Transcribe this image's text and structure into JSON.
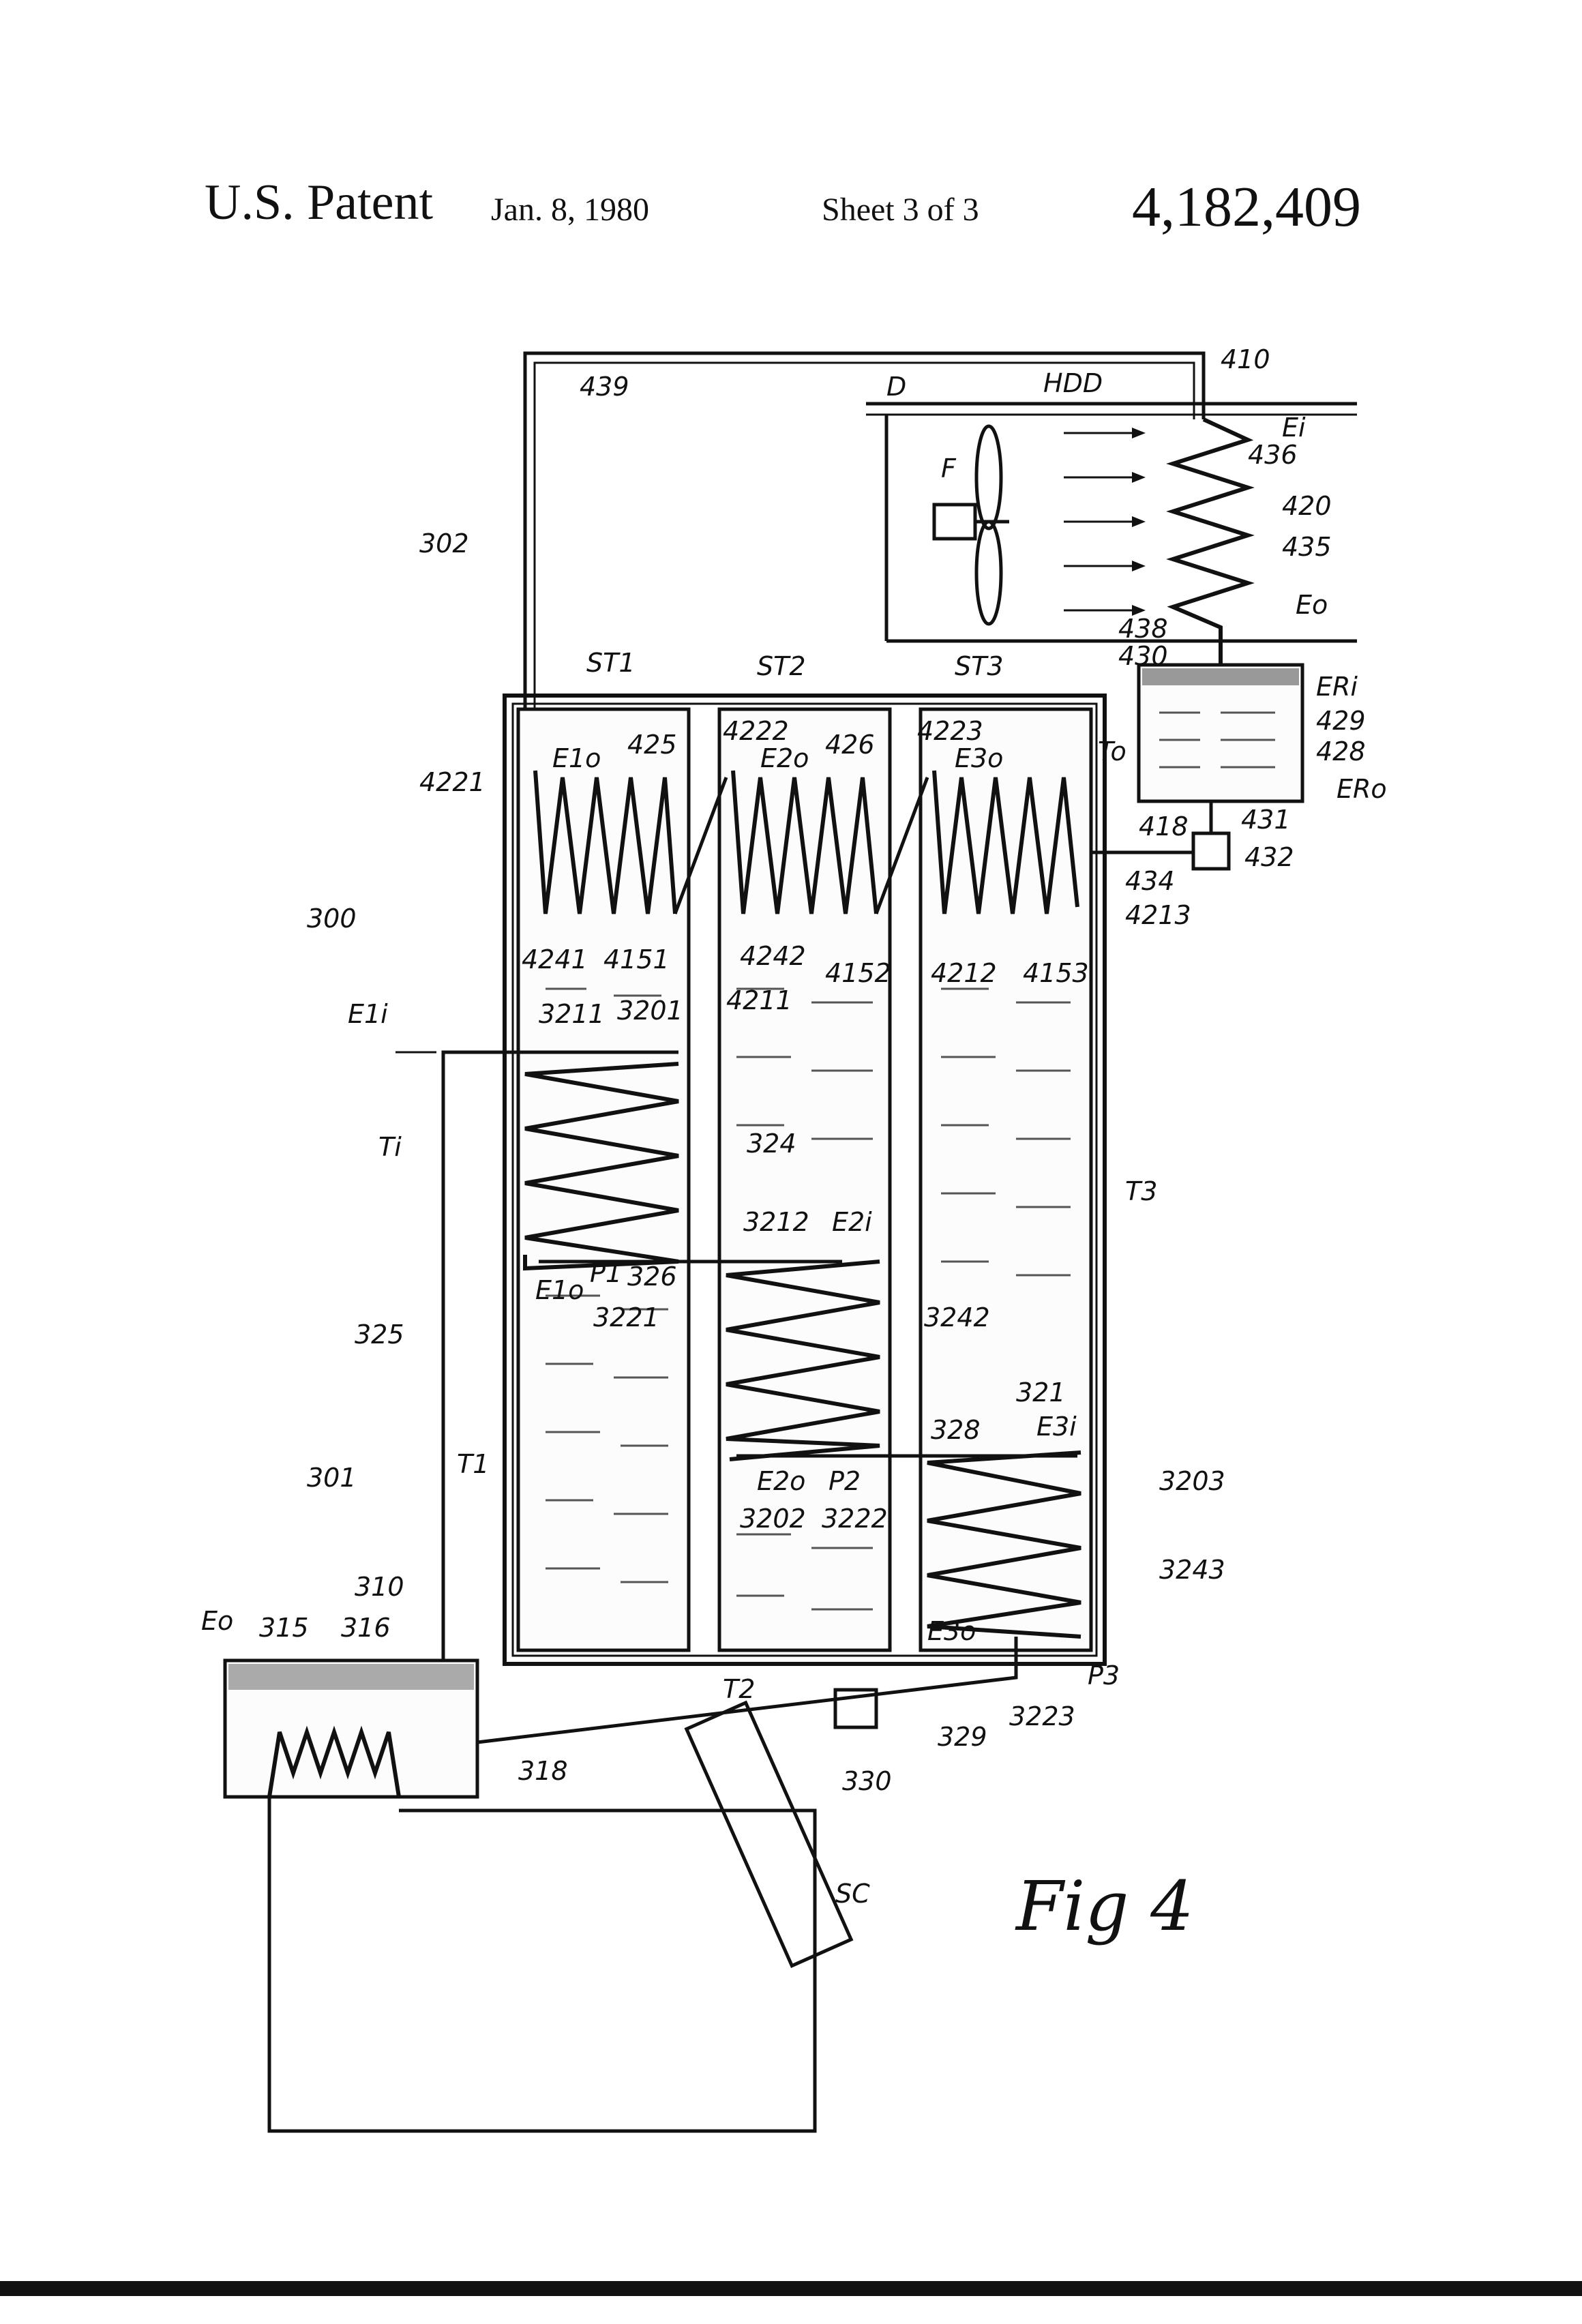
{
  "header": {
    "left": "U.S. Patent",
    "date": "Jan. 8, 1980",
    "sheet": "Sheet 3 of 3",
    "number": "4,182,409"
  },
  "figure": {
    "caption": "Fig 4",
    "labels": {
      "l439": "439",
      "l410": "410",
      "lD": "D",
      "lHDD": "HDD",
      "lEi_top": "Ei",
      "l436": "436",
      "lF": "F",
      "l420": "420",
      "l435": "435",
      "lEo_top": "Eo",
      "l438": "438",
      "l430": "430",
      "lERi": "ERi",
      "l429": "429",
      "l428": "428",
      "lERo": "ERo",
      "lTo": "To",
      "l418": "418",
      "l431": "431",
      "l432": "432",
      "l434": "434",
      "l4213": "4213",
      "l302": "302",
      "lST1": "ST1",
      "lST2": "ST2",
      "lST3": "ST3",
      "l4222": "4222",
      "l4223": "4223",
      "lE1o": "E1o",
      "lE2o": "E2o",
      "lE3o": "E3o",
      "l425": "425",
      "l426": "426",
      "l4221": "4221",
      "l300": "300",
      "l4241": "4241",
      "l4151": "4151",
      "l4242": "4242",
      "l4211": "4211",
      "l4152": "4152",
      "l4212": "4212",
      "l4153": "4153",
      "lE1i": "E1i",
      "l3211": "3211",
      "l3201": "3201",
      "lTi": "Ti",
      "l324": "324",
      "lT3": "T3",
      "l3212": "3212",
      "lE2i": "E2i",
      "lE1o2": "E1o",
      "lP1": "P1",
      "l326": "326",
      "l3221": "3221",
      "l3242": "3242",
      "l325": "325",
      "l321": "321",
      "lE3i": "E3i",
      "l328": "328",
      "l301": "301",
      "lT1": "T1",
      "lE2o2": "E2o",
      "lP2": "P2",
      "l3203": "3203",
      "l3202": "3202",
      "l3222": "3222",
      "l3243": "3243",
      "l310": "310",
      "lEo_bot": "Eo",
      "l315": "315",
      "l316": "316",
      "lE3o2": "E3o",
      "lP3": "P3",
      "lT2": "T2",
      "l3223": "3223",
      "l329": "329",
      "l330": "330",
      "l318": "318",
      "lSC": "SC"
    }
  }
}
